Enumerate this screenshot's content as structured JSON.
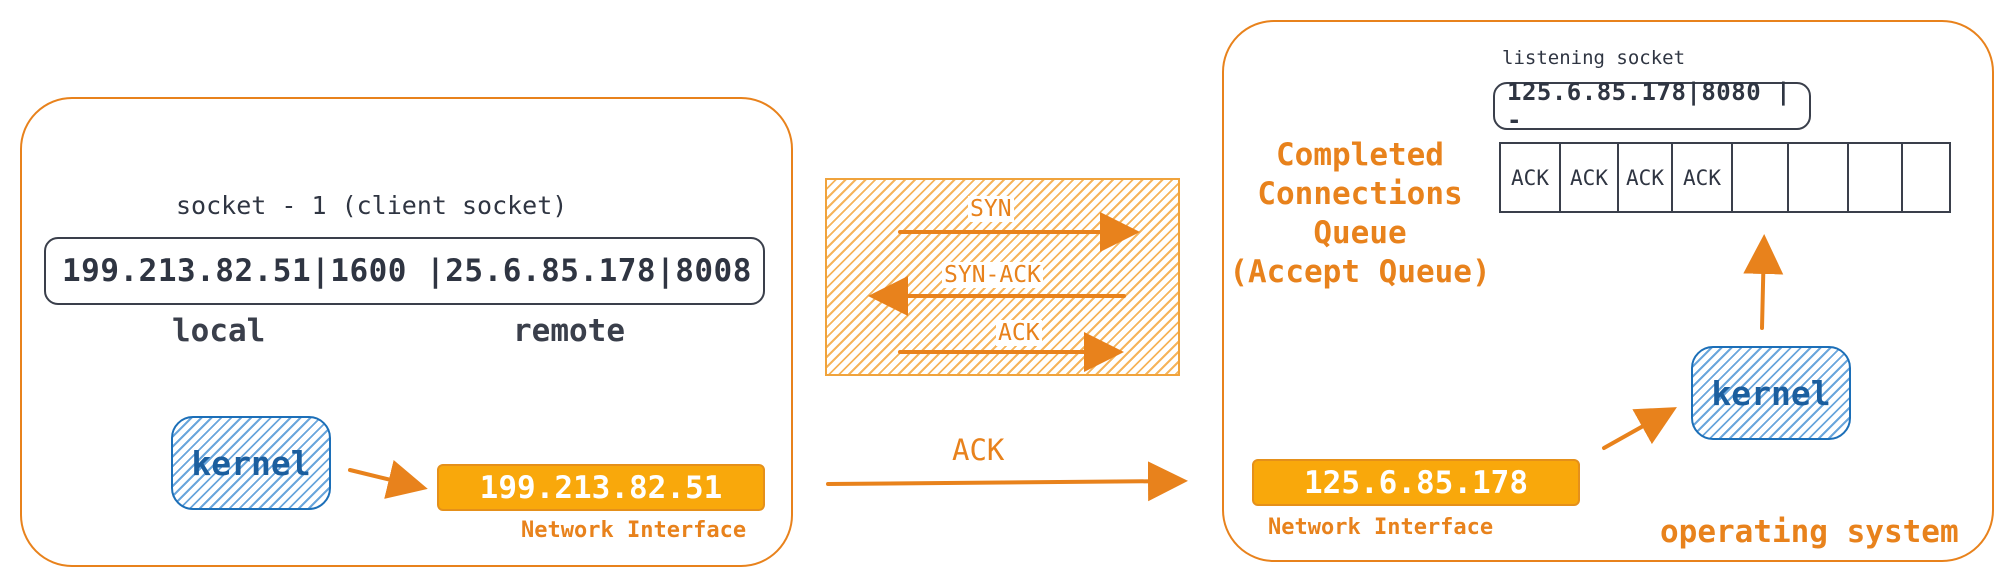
{
  "client": {
    "socket_title": "socket - 1 (client socket)",
    "socket_value": "199.213.82.51|1600 |25.6.85.178|8008",
    "local_label": "local",
    "remote_label": "remote",
    "kernel_label": "kernel",
    "nic_ip": "199.213.82.51",
    "nic_label": "Network Interface"
  },
  "handshake": {
    "syn": "SYN",
    "syn_ack": "SYN-ACK",
    "ack": "ACK"
  },
  "link": {
    "ack_label": "ACK"
  },
  "server": {
    "listening_label": "listening socket",
    "listening_value": "125.6.85.178|8080 | -",
    "queue_title_lines": [
      "Completed",
      "Connections",
      "Queue",
      "(Accept Queue)"
    ],
    "queue_cells": [
      "ACK",
      "ACK",
      "ACK",
      "ACK",
      "",
      "",
      "",
      ""
    ],
    "kernel_label": "kernel",
    "nic_ip": "125.6.85.178",
    "nic_label": "Network Interface",
    "os_label": "operating system"
  },
  "colors": {
    "accent": "#e8821c",
    "nic_fill": "#f9a80b",
    "kernel_stroke": "#1c6fb8",
    "text_dark": "#3a3f4b"
  }
}
